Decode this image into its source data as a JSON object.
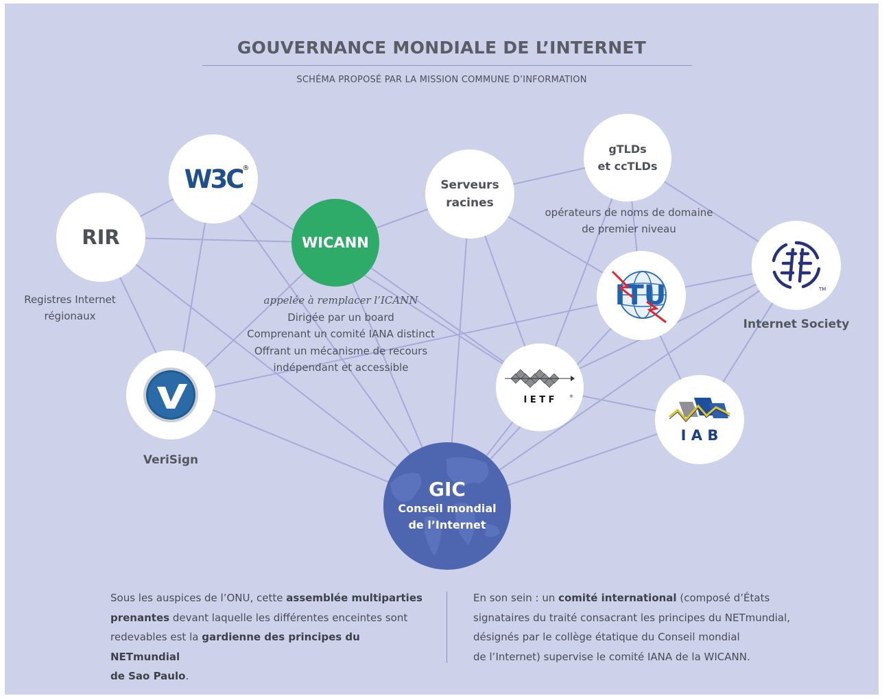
{
  "header": {
    "title": "GOUVERNANCE MONDIALE DE L’INTERNET",
    "subtitle": "SCHÉMA PROPOSÉ PAR LA MISSION COMMUNE D’INFORMATION"
  },
  "nodes": {
    "rir": {
      "label": "RIR",
      "caption_line1": "Registres Internet",
      "caption_line2": "régionaux"
    },
    "w3c": {
      "logo_text": "W3C",
      "reg_mark": "®"
    },
    "wicann": {
      "label": "WICANN",
      "note_italic": "appelée à remplacer l’ICANN",
      "note_line1": "Dirigée par un board",
      "note_line2": "Comprenant un comité IANA distinct",
      "note_line3": "Offrant un mécanisme de recours",
      "note_line4": "indépendant et accessible"
    },
    "serveurs": {
      "line1": "Serveurs",
      "line2": "racines"
    },
    "gtlds": {
      "line1": "gTLDs",
      "line2": "et ccTLDs",
      "caption_line1": "opérateurs de noms de domaine",
      "caption_line2": "de premier niveau"
    },
    "isoc": {
      "label": "Internet Society",
      "tm": "TM"
    },
    "itu": {
      "logo_text": "ITU"
    },
    "ietf": {
      "logo_text": "I E T F",
      "reg_mark": "®"
    },
    "iab": {
      "logo_text": "I A B"
    },
    "verisign": {
      "label": "VeriSign"
    },
    "gic": {
      "label": "GIC",
      "line1": "Conseil mondial",
      "line2": "de l’Internet"
    }
  },
  "colors": {
    "background": "#cdd1ea",
    "line": "#a7abd8",
    "wicann_green": "#2eaa69",
    "gic_blue": "#4e66b0",
    "text_gray": "#4e505a"
  },
  "footer": {
    "left": {
      "t1": "Sous les auspices de l’ONU, cette ",
      "b1": "assemblée multiparties",
      "b2": "prenantes",
      "t2": " devant laquelle les différentes enceintes sont",
      "t3": "redevables est la ",
      "b3": "gardienne des principes du NETmundial",
      "b4": "de Sao Paulo",
      "t4": "."
    },
    "right": {
      "t1": "En son sein : un ",
      "b1": "comité international",
      "t2": " (composé d’États",
      "t3": "signataires du traité consacrant les principes du NETmundial,",
      "t4": "désignés par le collège étatique du Conseil mondial",
      "t5": "de l’Internet) supervise le comité IANA de la WICANN."
    }
  }
}
